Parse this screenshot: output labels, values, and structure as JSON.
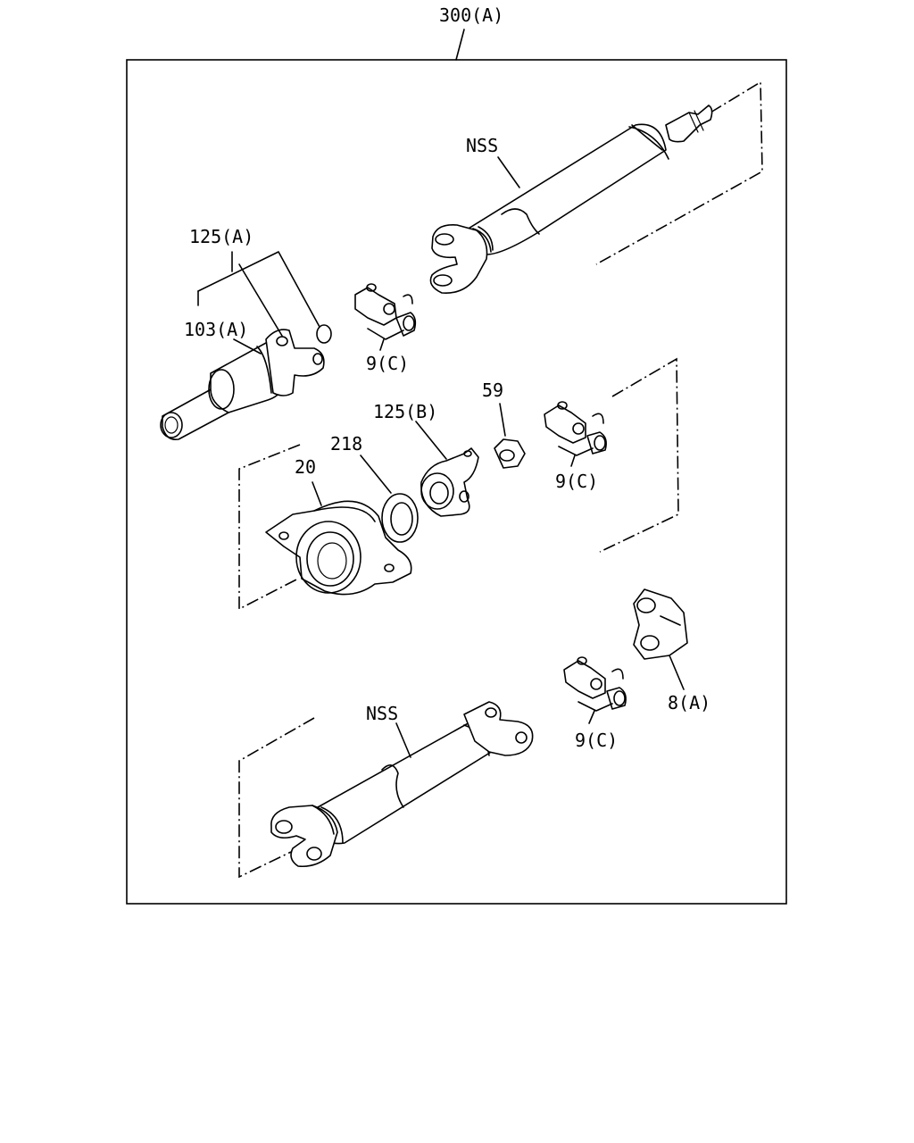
{
  "diagram": {
    "assembly_label": "300(A)",
    "labels": {
      "nss_top": "NSS",
      "p125a": "125(A)",
      "p103a": "103(A)",
      "p9c_1": "9(C)",
      "p59": "59",
      "p125b": "125(B)",
      "p218": "218",
      "p20": "20",
      "p9c_2": "9(C)",
      "nss_bottom": "NSS",
      "p9c_3": "9(C)",
      "p8a": "8(A)"
    }
  }
}
